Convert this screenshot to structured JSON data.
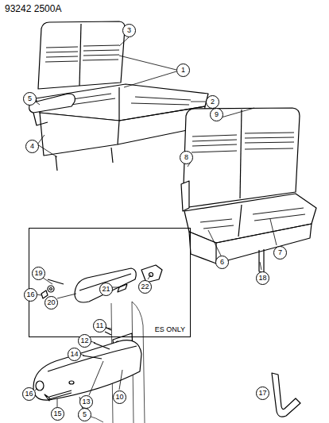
{
  "diagram": {
    "nodes": [
      {
        "text": [
          "ES ONLY"
        ]
      }
    ],
    "labels": [
      "93242 2500A",
      "3",
      "1",
      "5",
      "2",
      "4",
      "9",
      "8",
      "6",
      "7",
      "18",
      "19",
      "16",
      "20",
      "21",
      "22",
      "11",
      "12",
      "14",
      "10",
      "13",
      "16",
      "15",
      "5",
      "17"
    ]
  }
}
